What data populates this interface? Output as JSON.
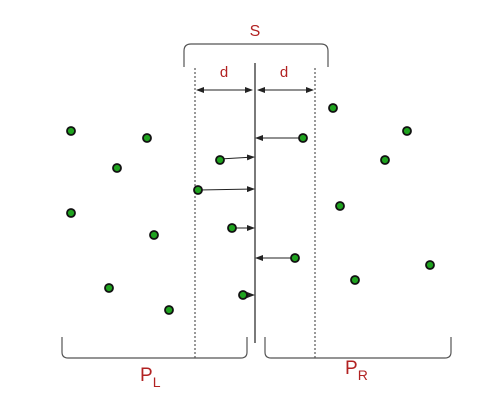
{
  "labels": {
    "strip": "S",
    "distance_left": "d",
    "distance_right": "d",
    "left_set": "P",
    "left_set_sub": "L",
    "right_set": "P",
    "right_set_sub": "R"
  },
  "colors": {
    "label": "#b22222",
    "point_fill": "#1fa31f",
    "point_stroke": "#111111",
    "line": "#222222",
    "brace": "#555555"
  }
}
